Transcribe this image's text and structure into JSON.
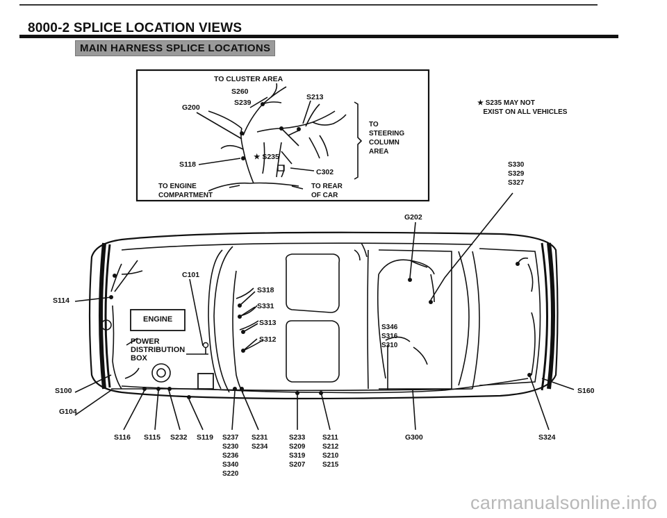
{
  "header": {
    "title": "8000-2  SPLICE LOCATION VIEWS",
    "banner": "MAIN HARNESS SPLICE LOCATIONS"
  },
  "inset": {
    "top_label": "TO CLUSTER AREA",
    "s260": "S260",
    "s213": "S213",
    "s239": "S239",
    "g200": "G200",
    "steering": "TO\nSTEERING\nCOLUMN\nAREA",
    "s235": "★ S235",
    "s118": "S118",
    "c302": "C302",
    "engine_comp": "TO ENGINE\nCOMPARTMENT",
    "rear": "TO REAR\nOF CAR"
  },
  "note": {
    "text": "★ S235 MAY NOT\n   EXIST ON ALL VEHICLES"
  },
  "callouts": {
    "s330_group": "S330\nS329\nS327",
    "g202": "G202",
    "c101": "C101",
    "s318": "S318",
    "s331": "S331",
    "s313": "S313",
    "s312": "S312",
    "s346_group": "S346\nS316\nS310",
    "s114": "S114",
    "engine": "ENGINE",
    "power_box": "POWER\nDISTRIBUTION\nBOX",
    "s100": "S100",
    "g104": "G104",
    "s160": "S160"
  },
  "bottom_labels": {
    "s116": "S116",
    "s115": "S115",
    "s232": "S232",
    "s119": "S119",
    "col_s237": "S237\nS230\nS236\nS340\nS220",
    "col_s231": "S231\nS234",
    "col_s233": "S233\nS209\nS319\nS207",
    "col_s211": "S211\nS212\nS210\nS215",
    "g300": "G300",
    "s324": "S324"
  },
  "watermark": "carmanualsonline.info"
}
